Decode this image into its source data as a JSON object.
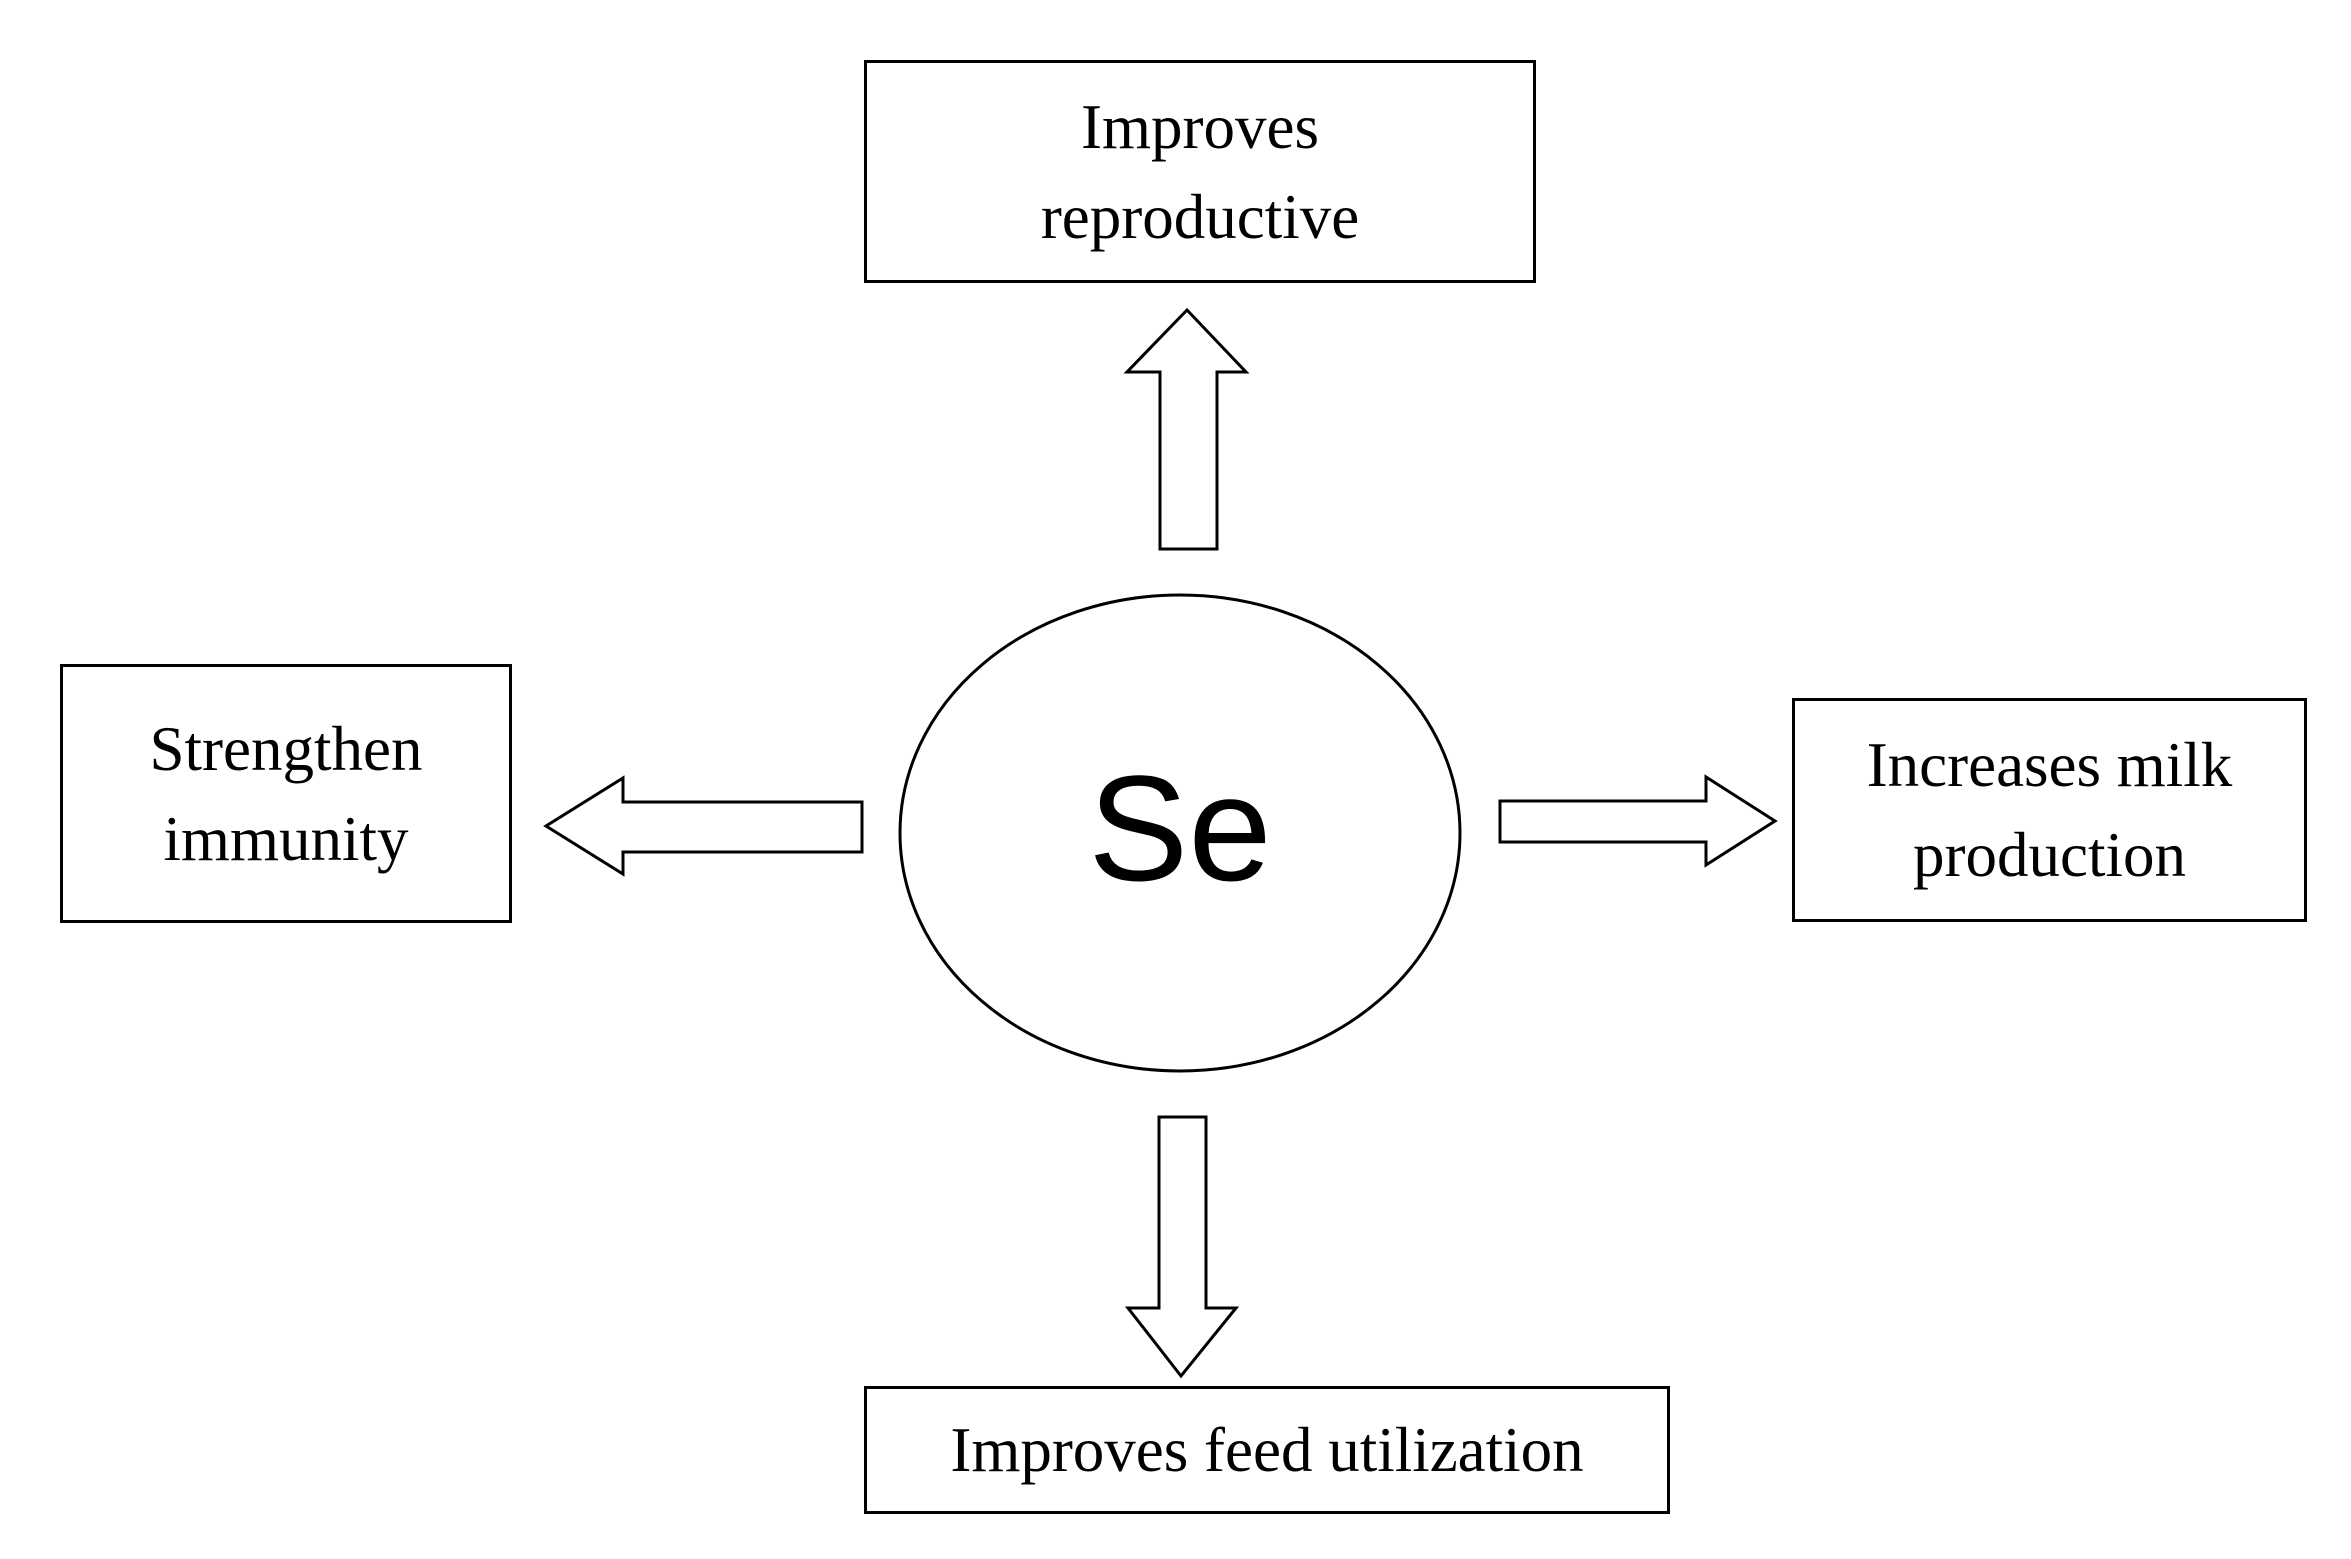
{
  "center": {
    "label": "Se"
  },
  "effects": {
    "top": {
      "line1": "Improves",
      "line2": "reproductive"
    },
    "left": {
      "line1": "Strengthen",
      "line2": "immunity"
    },
    "right": {
      "line1": "Increases milk",
      "line2": "production"
    },
    "bottom": {
      "line1": "Improves feed utilization"
    }
  },
  "colors": {
    "stroke": "#000000",
    "fill": "#ffffff"
  }
}
